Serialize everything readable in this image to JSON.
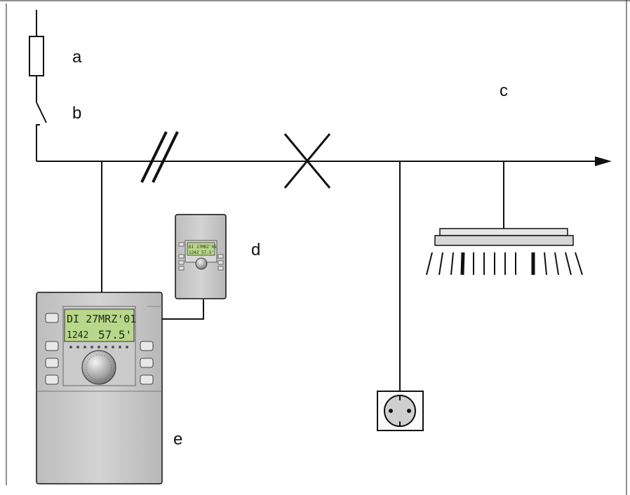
{
  "labels": {
    "a": "a",
    "b": "b",
    "c": "c",
    "d": "d",
    "e": "e"
  },
  "controller_display": {
    "line1": "DI 27MRZ'01",
    "line2": "1242",
    "line3": "57.5'"
  },
  "room_unit_display": {
    "line1": "DI 27MRZ'01",
    "line2": "1242  57.5'"
  },
  "colors": {
    "line": "#111111",
    "device_body": "#c9c9c9",
    "lcd": "#b9d78a",
    "socket_face": "#cfcfcf"
  }
}
